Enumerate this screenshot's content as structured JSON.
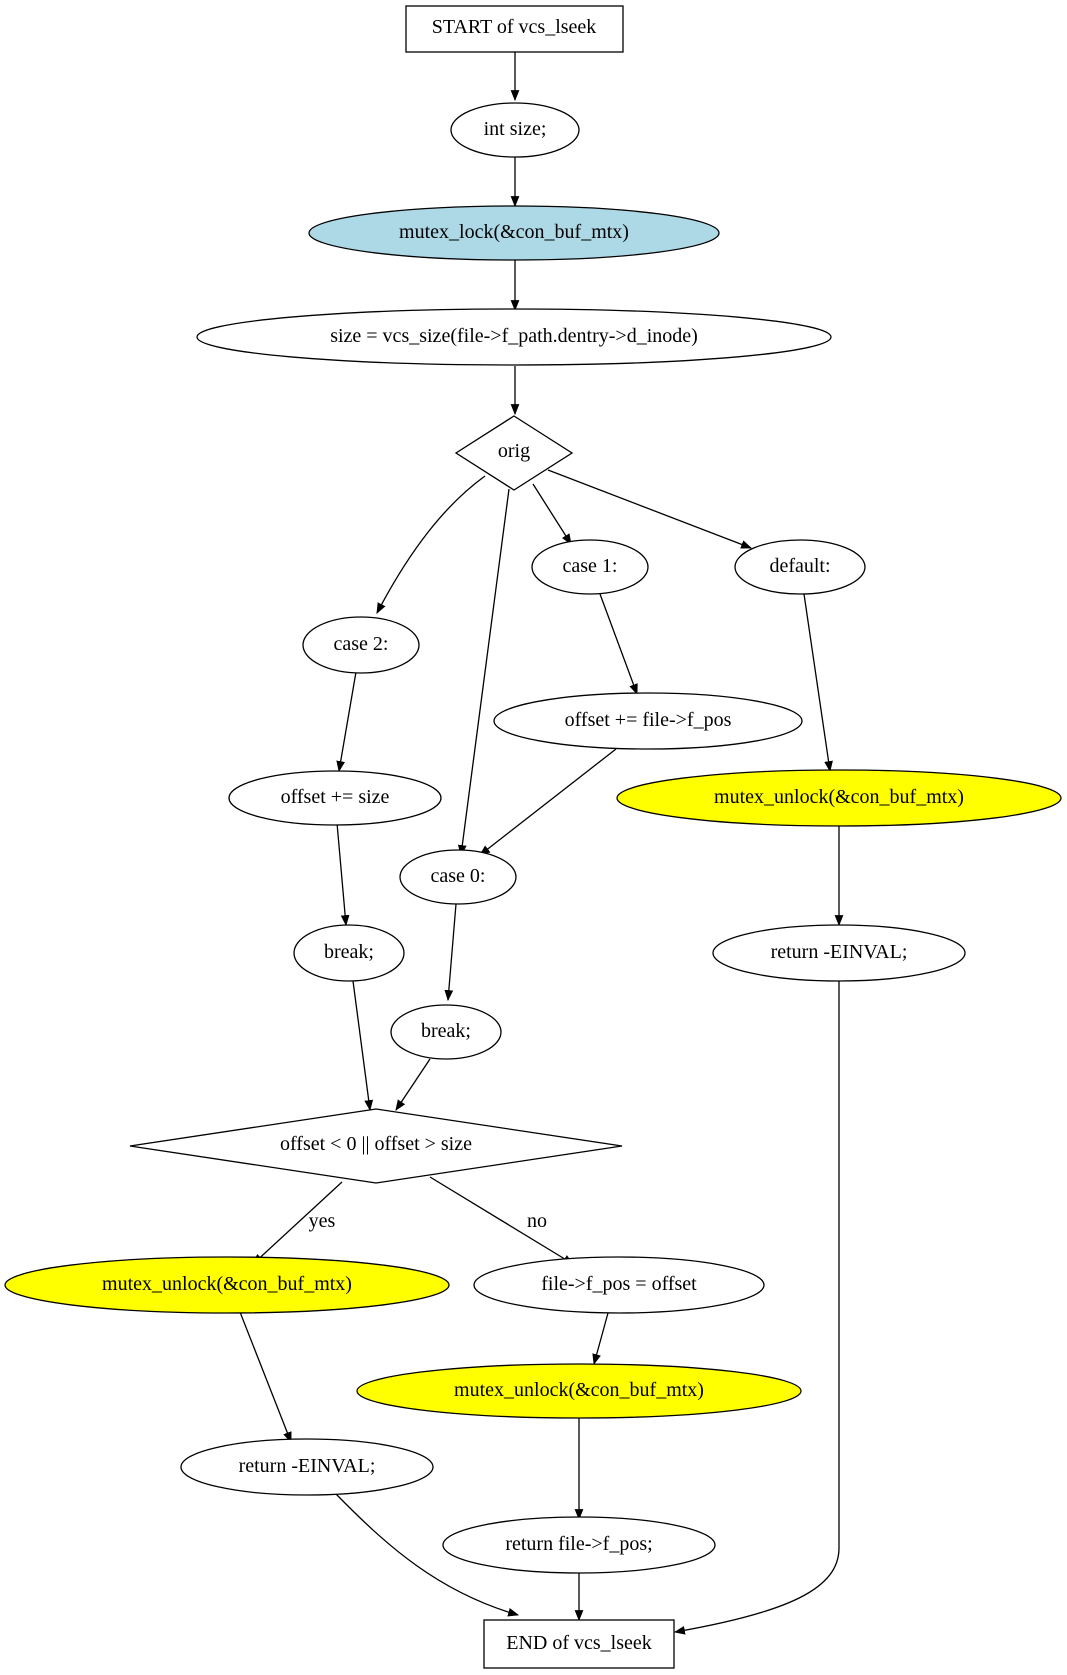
{
  "colors": {
    "lock_fill": "#add8e6",
    "unlock_fill": "#ffff00",
    "default_fill": "#ffffff",
    "stroke": "#000000"
  },
  "nodes": {
    "start": "START of vcs_lseek",
    "decl_size": "int size;",
    "mutex_lock": "mutex_lock(&con_buf_mtx)",
    "size_assign": "size = vcs_size(file->f_path.dentry->d_inode)",
    "switch_orig": "orig",
    "case_2": "case 2:",
    "case_1": "case 1:",
    "case_default": "default:",
    "offset_add_size": "offset += size",
    "offset_add_fpos": "offset += file->f_pos",
    "unlock_default": "mutex_unlock(&con_buf_mtx)",
    "case_0": "case 0:",
    "break_case2": "break;",
    "return_einval_default": "return -EINVAL;",
    "break_case0": "break;",
    "condition_offset": "offset < 0 || offset > size",
    "unlock_yes": "mutex_unlock(&con_buf_mtx)",
    "fpos_assign": "file->f_pos = offset",
    "unlock_no": "mutex_unlock(&con_buf_mtx)",
    "return_einval_yes": "return -EINVAL;",
    "return_fpos": "return file->f_pos;",
    "end": "END of vcs_lseek"
  },
  "edge_labels": {
    "yes": "yes",
    "no": "no"
  }
}
